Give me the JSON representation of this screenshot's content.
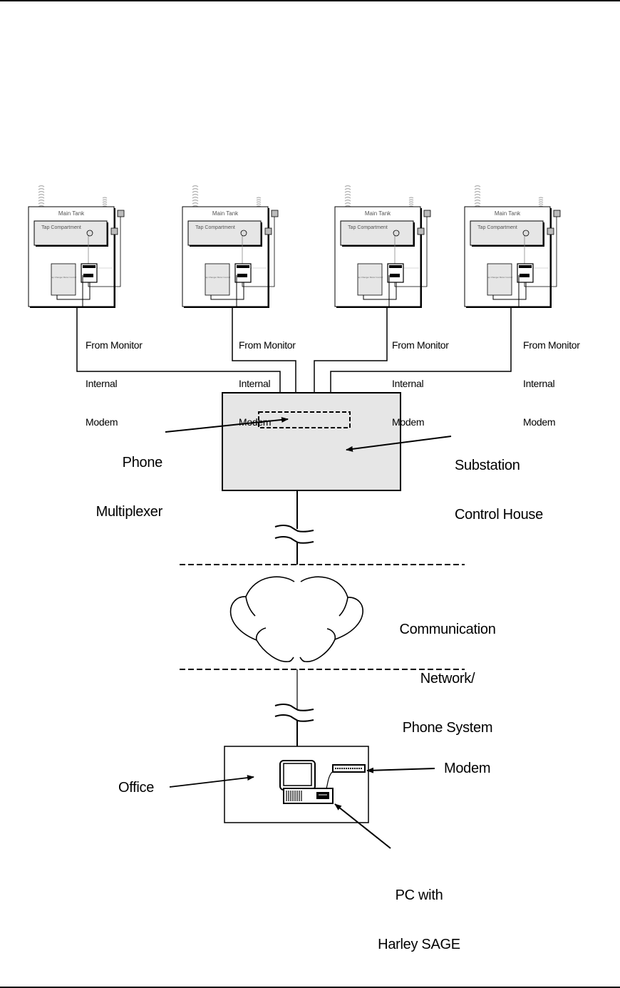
{
  "diagram": {
    "title": "Remote communication via phone multiplexer",
    "tanks": [
      {
        "tank_label": "Main Tank",
        "compartment_label": "Tap Compartment",
        "monitor_label": "Tap Changer Motor Control",
        "feed_label": [
          "From Monitor",
          "Internal",
          "Modem"
        ]
      },
      {
        "tank_label": "Main Tank",
        "compartment_label": "Tap Compartment",
        "monitor_label": "Tap Changer Motor Control",
        "feed_label": [
          "From Monitor",
          "Internal",
          "Modem"
        ]
      },
      {
        "tank_label": "Main Tank",
        "compartment_label": "Tap Compartment",
        "monitor_label": "Tap Changer Motor Control",
        "feed_label": [
          "From Monitor",
          "Internal",
          "Modem"
        ]
      },
      {
        "tank_label": "Main Tank",
        "compartment_label": "Tap Compartment",
        "monitor_label": "Tap Changer Motor Control",
        "feed_label": [
          "From Monitor",
          "Internal",
          "Modem"
        ]
      }
    ],
    "substation": {
      "multiplexer_label": [
        "Phone",
        "Multiplexer"
      ],
      "house_label": [
        "Substation",
        "Control House"
      ]
    },
    "network": {
      "label": [
        "Communication",
        "Network/",
        "Phone System"
      ]
    },
    "office": {
      "office_label": "Office",
      "modem_label": "Modem",
      "pc_label": [
        "PC with",
        "Harley SAGE"
      ]
    },
    "colors": {
      "box_fill": "#e6e6e6",
      "stroke": "#000000",
      "faint": "#c8c8c8"
    }
  }
}
